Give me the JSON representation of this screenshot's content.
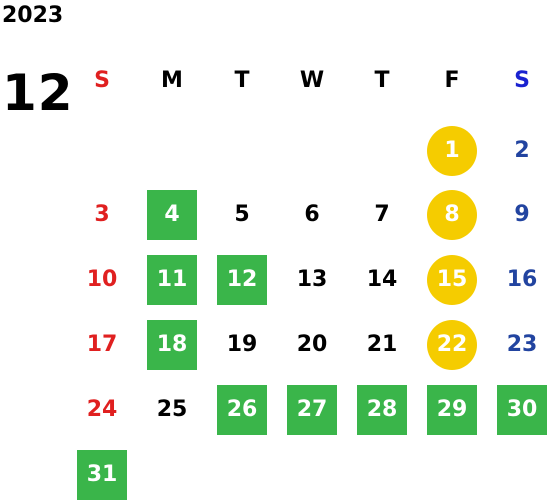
{
  "year": "2023",
  "month": "12",
  "weekdays": [
    "S",
    "M",
    "T",
    "W",
    "T",
    "F",
    "S"
  ],
  "colors": {
    "sunday": "#e02020",
    "saturday": "#2244a0",
    "highlight_green": "#3ab54a",
    "highlight_yellow": "#f5cc00"
  },
  "weeks": [
    [
      "",
      "",
      "",
      "",
      "",
      "1",
      "2"
    ],
    [
      "3",
      "4",
      "5",
      "6",
      "7",
      "8",
      "9"
    ],
    [
      "10",
      "11",
      "12",
      "13",
      "14",
      "15",
      "16"
    ],
    [
      "17",
      "18",
      "19",
      "20",
      "21",
      "22",
      "23"
    ],
    [
      "24",
      "25",
      "26",
      "27",
      "28",
      "29",
      "30"
    ],
    [
      "31",
      "",
      "",
      "",
      "",
      "",
      ""
    ]
  ],
  "green_days": [
    "4",
    "11",
    "12",
    "18",
    "26",
    "27",
    "28",
    "29",
    "30",
    "31"
  ],
  "yellow_days": [
    "1",
    "8",
    "15",
    "22"
  ]
}
